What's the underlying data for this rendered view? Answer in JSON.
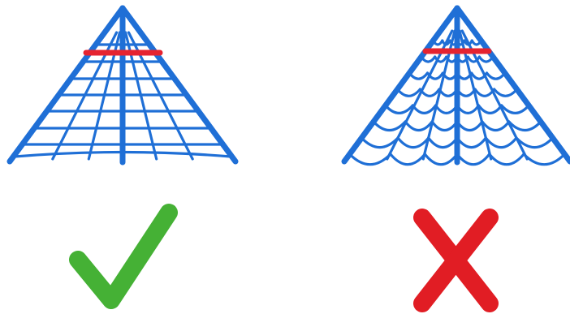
{
  "colors": {
    "frame": "#1f6fd6",
    "ring": "#e52330",
    "check": "#45b135",
    "cross": "#e11d24",
    "background": "#ffffff"
  },
  "panels": [
    {
      "key": "correct",
      "net_style": "taut-straight-ropes",
      "verdict_icon": "check-icon",
      "verdict": "correct"
    },
    {
      "key": "incorrect",
      "net_style": "sagging-curved-ropes",
      "verdict_icon": "cross-icon",
      "verdict": "incorrect"
    }
  ]
}
